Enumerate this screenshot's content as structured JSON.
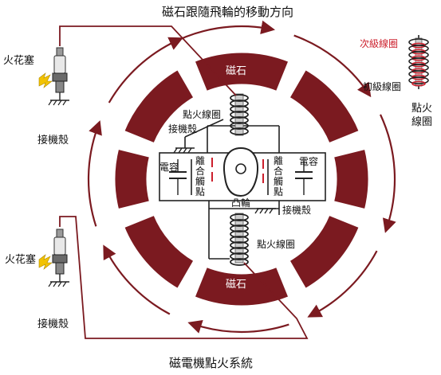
{
  "header": {
    "title": "磁石跟隨飛輪的移動方向"
  },
  "footer": {
    "caption": "磁電機點火系統"
  },
  "labels": {
    "spark_plug_top": "火花塞",
    "ground_top": "接機殼",
    "spark_plug_bottom": "火花塞",
    "ground_bottom": "接機殼",
    "magnet_top": "磁石",
    "magnet_bottom": "磁石",
    "ignition_coil_top": "點火線圈",
    "ground_coil_top": "接機殼",
    "capacitor_left": "電容",
    "breaker_left": "離合觸點",
    "cam": "凸輪",
    "breaker_right": "離合觸點",
    "capacitor_right": "電容",
    "ground_coil_bottom": "接機殼",
    "ignition_coil_bottom": "點火線圈",
    "secondary_coil": "次級線圈",
    "primary_coil": "初級線圈",
    "ignition_coil_side": "點火線圈"
  },
  "colors": {
    "magnet": "#7b1a20",
    "arrow": "#7b1a20",
    "secondary": "#cc1f2c",
    "wire": "#222222"
  }
}
